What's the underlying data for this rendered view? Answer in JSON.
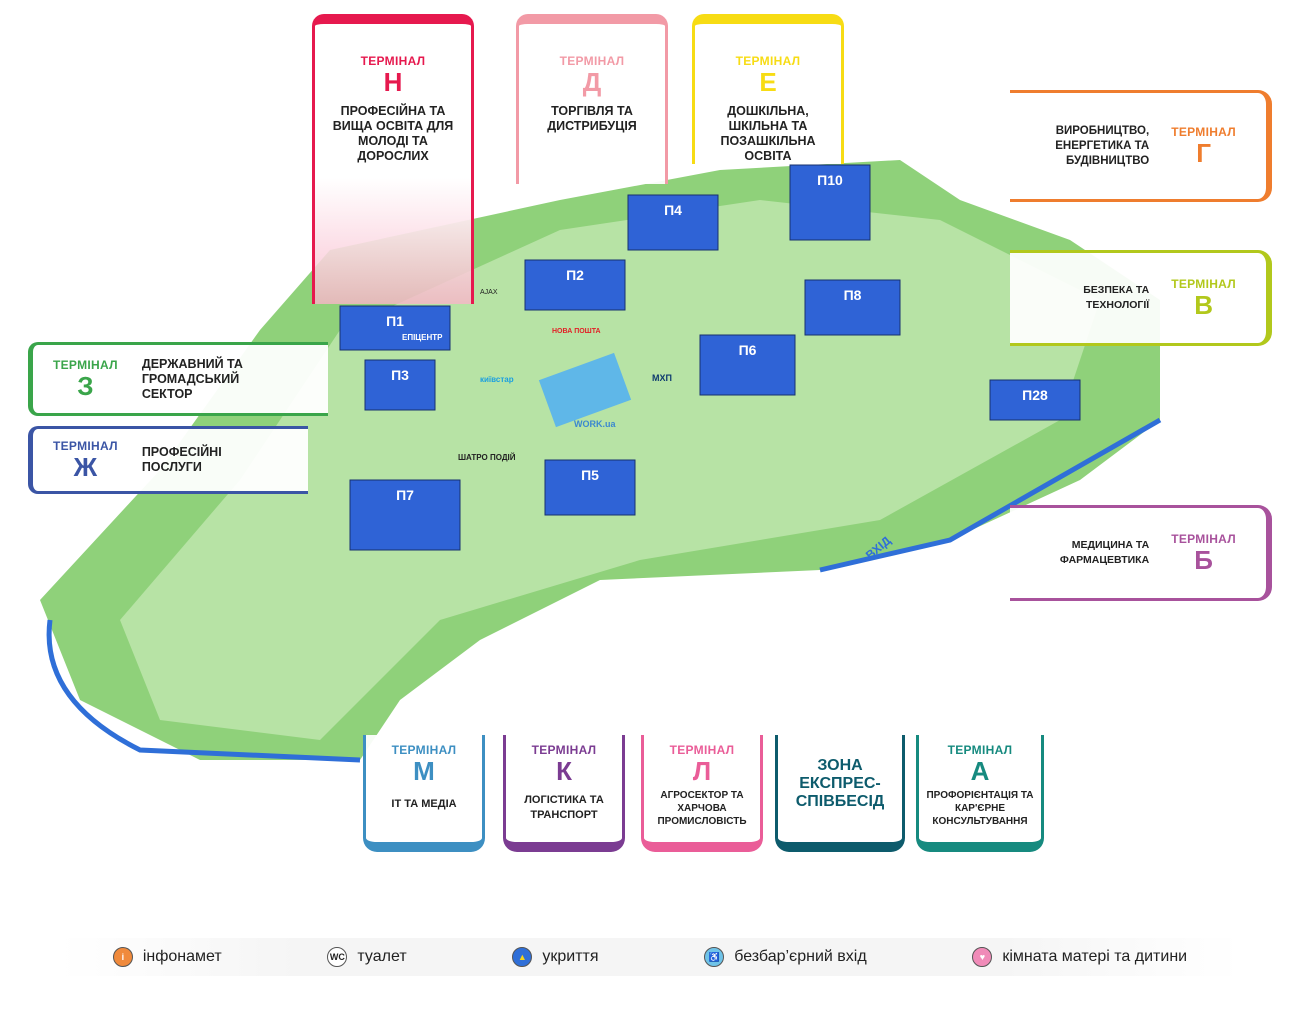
{
  "terminal_word": "ТЕРМІНАЛ",
  "terminals": {
    "N": {
      "letter": "Н",
      "desc": "ПРОФЕСІЙНА ТА ВИЩА ОСВІТА ДЛЯ МОЛОДІ ТА ДОРОСЛИХ",
      "color": "#e6194e"
    },
    "D": {
      "letter": "Д",
      "desc": "ТОРГІВЛЯ ТА ДИСТРИБУЦІЯ",
      "color": "#f29aa6"
    },
    "E": {
      "letter": "Е",
      "desc": "ДОШКІЛЬНА, ШКІЛЬНА ТА ПОЗАШКІЛЬНА ОСВІТА",
      "color": "#f7dc14"
    },
    "G": {
      "letter": "Г",
      "desc": "ВИРОБНИЦТВО, ЕНЕРГЕТИКА ТА БУДІВНИЦТВО",
      "color": "#ef7d2e"
    },
    "V": {
      "letter": "В",
      "desc": "БЕЗПЕКА ТА ТЕХНОЛОГІЇ",
      "color": "#b2c81c"
    },
    "B": {
      "letter": "Б",
      "desc": "МЕДИЦИНА ТА ФАРМАЦЕВТИКА",
      "color": "#a8529c"
    },
    "Z": {
      "letter": "З",
      "desc": "ДЕРЖАВНИЙ ТА ГРОМАДСЬКИЙ СЕКТОР",
      "color": "#3aa54a"
    },
    "ZH": {
      "letter": "Ж",
      "desc": "ПРОФЕСІЙНІ ПОСЛУГИ",
      "color": "#3b55a5"
    },
    "M": {
      "letter": "М",
      "desc": "ІТ ТА МЕДІА",
      "color": "#3d8fc2"
    },
    "K": {
      "letter": "К",
      "desc": "ЛОГІСТИКА ТА ТРАНСПОРТ",
      "color": "#7b3c92"
    },
    "L": {
      "letter": "Л",
      "desc": "АГРОСЕКТОР ТА ХАРЧОВА ПРОМИСЛОВІСТЬ",
      "color": "#ea5d98"
    },
    "A": {
      "letter": "А",
      "desc": "ПРОФОРІЄНТАЦІЯ ТА КАР'ЄРНЕ КОНСУЛЬТУВАННЯ",
      "color": "#168a7f"
    }
  },
  "express_zone": {
    "label": "ЗОНА ЕКСПРЕС-СПІВБЕСІД",
    "color": "#0d5b6c"
  },
  "map": {
    "pavilions": [
      "П1",
      "П2",
      "П4",
      "П5",
      "П6",
      "П7",
      "П8",
      "П10",
      "П28",
      "П3"
    ],
    "entrance": "ВХІД",
    "event_tent": "ШАТРО ПОДІЙ",
    "sponsors": [
      "ЕПІЦЕНТР",
      "НОВА ПОШТА",
      "київстар",
      "МХП",
      "WORK.ua",
      "AJAX"
    ],
    "wc": "WC"
  },
  "legend": [
    {
      "icon": "info-icon",
      "label": "інфонамет",
      "color": "#f08a3c"
    },
    {
      "icon": "wc-icon",
      "label": "туалет",
      "color": "#ffffff"
    },
    {
      "icon": "shelter-icon",
      "label": "укриття",
      "color": "#f5d51a"
    },
    {
      "icon": "accessible-icon",
      "label": "безбар’єрний вхід",
      "color": "#6fc3e8"
    },
    {
      "icon": "mother-child-icon",
      "label": "кімната матері та дитини",
      "color": "#f08bb8"
    }
  ]
}
